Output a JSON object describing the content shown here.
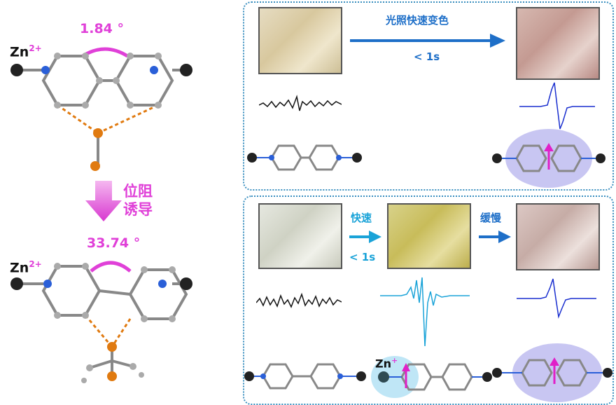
{
  "left": {
    "angle_top": "1.84 °",
    "zn_top": "Zn",
    "zn_top_charge": "2+",
    "induction_line1": "位阻",
    "induction_line2": "诱导",
    "angle_bottom": "33.74 °",
    "zn_bottom": "Zn",
    "zn_bottom_charge": "2+"
  },
  "top_panel": {
    "arrow_label": "光照快速变色",
    "time_label": "< 1s"
  },
  "bottom_panel": {
    "fast_label": "快速",
    "fast_time": "< 1s",
    "slow_label": "缓慢",
    "zn_plus": "Zn",
    "zn_plus_charge": "+"
  },
  "colors": {
    "magenta": "#e040d8",
    "blue": "#1e6fc8",
    "cyan": "#1aa3d8",
    "orange": "#e07a10",
    "panel_border": "#3a8fbf"
  }
}
